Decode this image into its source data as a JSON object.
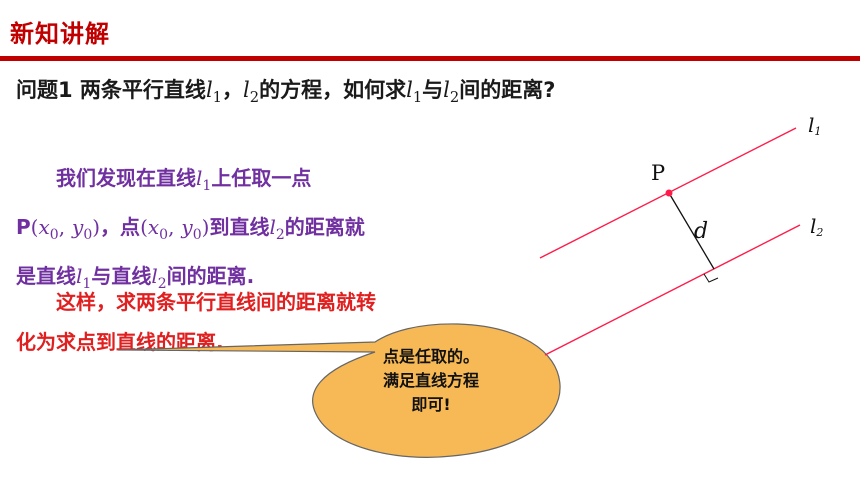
{
  "header": {
    "title": "新知讲解"
  },
  "question": {
    "prefix": "问题1 两条平行直线",
    "l": "l",
    "sub1": "1",
    "sub2": "2",
    "comma": "，",
    "mid": "的方程，如何求",
    "and": "与",
    "suffix": "间的距离?"
  },
  "explain": {
    "line1_a": "我们发现在直线",
    "line1_b": "上任取一点",
    "p": "P",
    "x": "x",
    "y": "y",
    "sub0": "0",
    "open": "(",
    "sep": ",",
    "close": ")",
    "line2_mid": "，点",
    "line2_b": "到直线",
    "line2_c": "的距离就",
    "line3_a": "是直线",
    "line3_b": "与直线",
    "line3_c": "间的距离."
  },
  "conclusion": {
    "line1": "这样，求两条平行直线间的距离就转",
    "line2": "化为求点到直线的距离."
  },
  "diagram": {
    "point_label": "P",
    "distance_label": "d",
    "line1_label": "l",
    "line1_sub": "1",
    "line2_label": "l",
    "line2_sub": "2",
    "line_color": "#ff1a4a",
    "point_color": "#ff1a4a"
  },
  "callout": {
    "line1": "点是任取的。",
    "line2": "满足直线方程",
    "line3": "即可!",
    "fill_color": "#f7b955"
  }
}
